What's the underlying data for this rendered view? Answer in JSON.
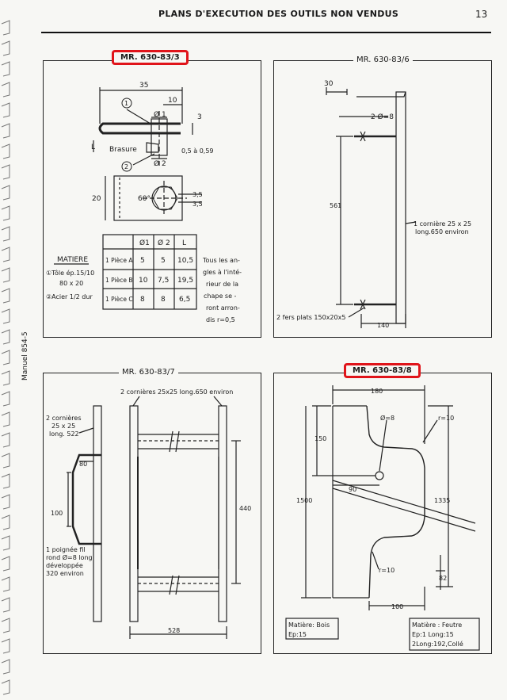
{
  "header": {
    "title": "PLANS D'EXECUTION DES OUTILS NON VENDUS",
    "page_number": "13"
  },
  "side_label": "Manuel 854-5",
  "panels": {
    "p1": {
      "title": "MR. 630-83/3",
      "dims": [
        "35",
        "10",
        "1",
        "2",
        "3",
        "Brasure",
        "Ø 1",
        "Ø 2",
        "0,5 à 0,59",
        "20",
        "60°",
        "3,5",
        "3,5",
        "L"
      ],
      "matiere": {
        "heading": "MATIERE",
        "line1": "①Tôle ép.15/10",
        "line2": "80 x 20",
        "line3": "②Acier 1/2 dur"
      },
      "table": {
        "headers": [
          "",
          "Ø1",
          "Ø 2",
          "L"
        ],
        "rows": [
          [
            "1 Pièce A",
            "5",
            "5",
            "10,5"
          ],
          [
            "1 Pièce B",
            "10",
            "7,5",
            "19,5"
          ],
          [
            "1 Pièce C",
            "8",
            "8",
            "6,5"
          ]
        ]
      },
      "note": [
        "Tous les an-",
        "gles à l'inté-",
        "rieur de la",
        "chape se -",
        "ront arron-",
        "dis r=0,5"
      ]
    },
    "p2": {
      "title": "MR. 630-83/6",
      "dims": [
        "30",
        "2 Ø=8",
        "561",
        "1 cornière 25 x 25",
        "long.650 environ",
        "2 fers plats 150x20x5",
        "140"
      ]
    },
    "p3": {
      "title": "MR. 630-83/7",
      "dims": [
        "2 cornières 25x25 long.650 environ",
        "2 cornières",
        "25 x 25",
        "long. 522",
        "80",
        "100",
        "1 poignée fil",
        "rond Ø=8 long",
        "développée",
        "320 environ",
        "440",
        "528"
      ]
    },
    "p4": {
      "title": "MR. 630-83/8",
      "dims": [
        "180",
        "Ø=8",
        "r=10",
        "150",
        "90",
        "1500",
        "1335",
        "r=10",
        "82",
        "100"
      ],
      "mat_left": [
        "Matière: Bois",
        "Ep:15"
      ],
      "mat_right": [
        "Matière : Feutre",
        "Ep:1  Long:15",
        "2Long:192,Collé"
      ]
    }
  }
}
